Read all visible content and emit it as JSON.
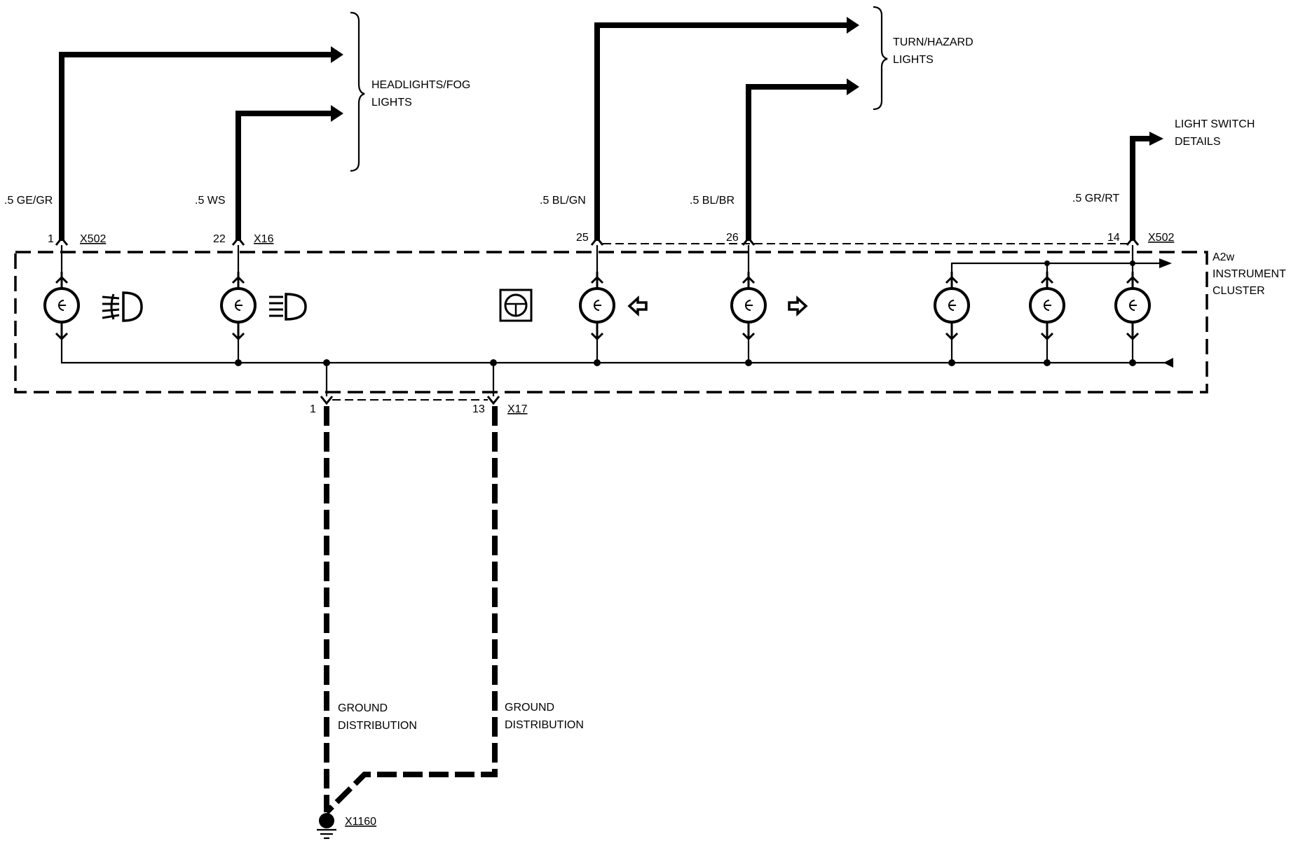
{
  "groups": {
    "headlights": "HEADLIGHTS/FOG",
    "headlights_2": "LIGHTS",
    "turn": "TURN/HAZARD",
    "turn_2": "LIGHTS",
    "light_switch": "LIGHT SWITCH",
    "light_switch_2": "DETAILS"
  },
  "wires": {
    "w1": ".5 GE/GR",
    "w2": ".5 WS",
    "w3": ".5 BL/GN",
    "w4": ".5 BL/BR",
    "w5": ".5 GR/RT"
  },
  "pins": {
    "p1": "1",
    "p22": "22",
    "p25": "25",
    "p26": "26",
    "p14": "14",
    "g1": "1",
    "g13": "13"
  },
  "connectors": {
    "x502_left": "X502",
    "x16": "X16",
    "x502_right": "X502",
    "x17": "X17",
    "x1160": "X1160"
  },
  "component": {
    "id": "A2w",
    "name": "INSTRUMENT",
    "name_2": "CLUSTER"
  },
  "ground": {
    "left": "GROUND",
    "left_2": "DISTRIBUTION",
    "right": "GROUND",
    "right_2": "DISTRIBUTION"
  }
}
